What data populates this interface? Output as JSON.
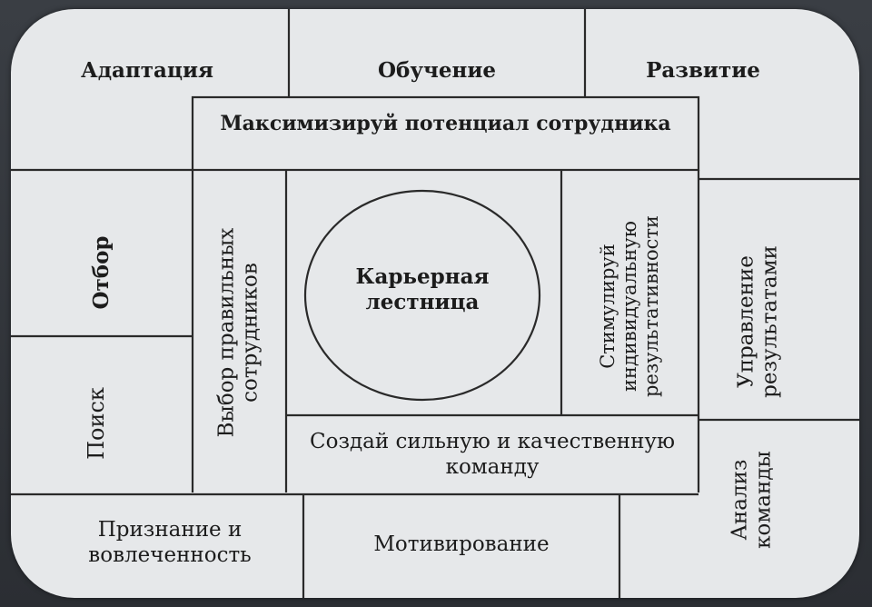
{
  "diagram": {
    "top": {
      "adaptation": "Адаптация",
      "training": "Обучение",
      "development": "Развитие"
    },
    "maximize": "Максимизируй потенциал сотрудника",
    "left": {
      "selection": "Отбор",
      "search": "Поиск",
      "choose_right_line1": "Выбор правильных",
      "choose_right_line2": "сотрудников"
    },
    "center": {
      "career_line1": "Карьерная",
      "career_line2": "лестница"
    },
    "right": {
      "stimulate_line1": "Стимулируй",
      "stimulate_line2": "индивидуальную",
      "stimulate_line3": "результативности",
      "performance_line1": "Управление",
      "performance_line2": "результатами",
      "team_analysis_line1": "Анализ",
      "team_analysis_line2": "команды"
    },
    "team_line1": "Создай сильную и качественную",
    "team_line2": "команду",
    "bottom": {
      "recognition_line1": "Признание и",
      "recognition_line2": "вовлеченность",
      "motivation": "Мотивирование"
    }
  }
}
